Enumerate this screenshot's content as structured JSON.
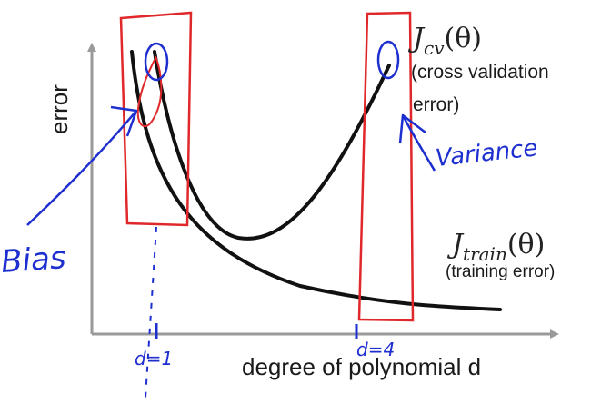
{
  "axes": {
    "y_label": "error",
    "x_label": "degree of polynomial d"
  },
  "curves": {
    "cv": {
      "symbol": "J",
      "subscript": "cv",
      "arg": "(θ)",
      "caption_line1": "(cross validation",
      "caption_line2": "error)"
    },
    "train": {
      "symbol": "J",
      "subscript": "train",
      "arg": "(θ)",
      "caption": "(training error)"
    }
  },
  "annotations": {
    "bias": "Bias",
    "variance": "Variance",
    "d1": "d=1",
    "d4": "d=4"
  },
  "colors": {
    "curve": "#111111",
    "axis": "#9a9a9a",
    "highlight_box": "#e0282a",
    "pen": "#1e2fd0"
  }
}
